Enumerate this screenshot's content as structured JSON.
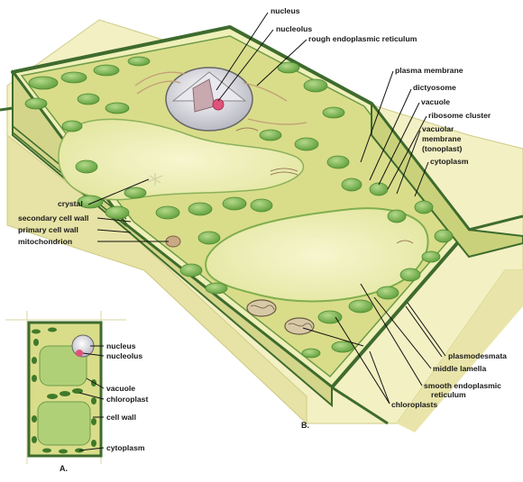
{
  "figure": {
    "panel_a": "A.",
    "panel_b": "B."
  },
  "labels_b": {
    "nucleus": "nucleus",
    "nucleolus": "nucleolus",
    "rough_er": "rough endoplasmic reticulum",
    "plasma_membrane": "plasma membrane",
    "dictyosome": "dictyosome",
    "vacuole": "vacuole",
    "ribosome_cluster": "ribosome cluster",
    "tonoplast_1": "vacuolar",
    "tonoplast_2": "membrane",
    "tonoplast_3": "(tonoplast)",
    "cytoplasm": "cytoplasm",
    "crystal": "crystal",
    "secondary_wall": "secondary cell wall",
    "primary_wall": "primary cell wall",
    "mitochondrion": "mitochondrion",
    "plasmodesmata": "plasmodesmata",
    "middle_lamella": "middle lamella",
    "smooth_er_1": "smooth endoplasmic",
    "smooth_er_2": "reticulum",
    "chloroplasts": "chloroplasts"
  },
  "labels_a": {
    "nucleus": "nucleus",
    "nucleolus": "nucleolus",
    "vacuole": "vacuole",
    "chloroplast": "chloroplast",
    "cell_wall": "cell wall",
    "cytoplasm": "cytoplasm"
  },
  "colors": {
    "wall_dark": "#3e6b2e",
    "wall_light": "#e9e6a6",
    "cytoplasm": "#d9dd8a",
    "vacuole": "#eeedb5",
    "chloroplast": "#79b552",
    "outer_block": "#f2efbf"
  }
}
